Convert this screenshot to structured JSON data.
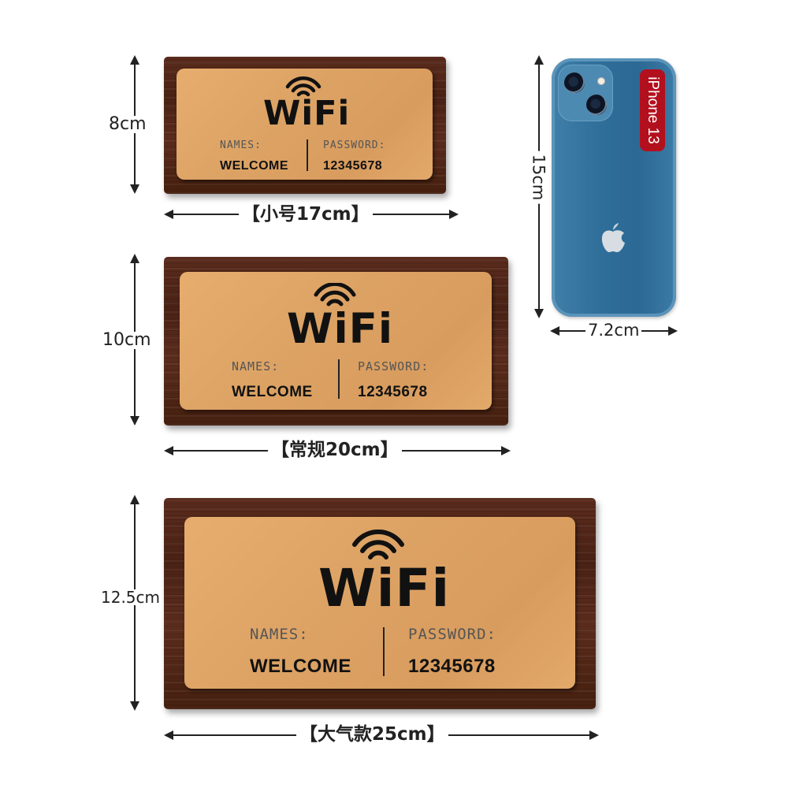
{
  "plaques": [
    {
      "id": "small",
      "size_label": "【小号17cm】",
      "height_label": "8cm",
      "logo_text": "WiFi",
      "names_label": "NAMES:",
      "names_value": "WELCOME",
      "password_label": "PASSWORD:",
      "password_value": "12345678"
    },
    {
      "id": "regular",
      "size_label": "【常规20cm】",
      "height_label": "10cm",
      "logo_text": "WiFi",
      "names_label": "NAMES:",
      "names_value": "WELCOME",
      "password_label": "PASSWORD:",
      "password_value": "12345678"
    },
    {
      "id": "large",
      "size_label": "【大气款25cm】",
      "height_label": "12.5cm",
      "logo_text": "WiFi",
      "names_label": "NAMES:",
      "names_value": "WELCOME",
      "password_label": "PASSWORD:",
      "password_value": "12345678"
    }
  ],
  "phone": {
    "model_tag": "iPhone 13",
    "height_label": "15cm",
    "width_label": "7.2cm",
    "body_color": "#2f6e99",
    "tag_color": "#b3101e"
  },
  "colors": {
    "wood": "#4a2215",
    "plate": "#dca264",
    "text": "#111111"
  },
  "icons": [
    "wifi-icon",
    "apple-logo-icon",
    "camera-lens-icon"
  ]
}
